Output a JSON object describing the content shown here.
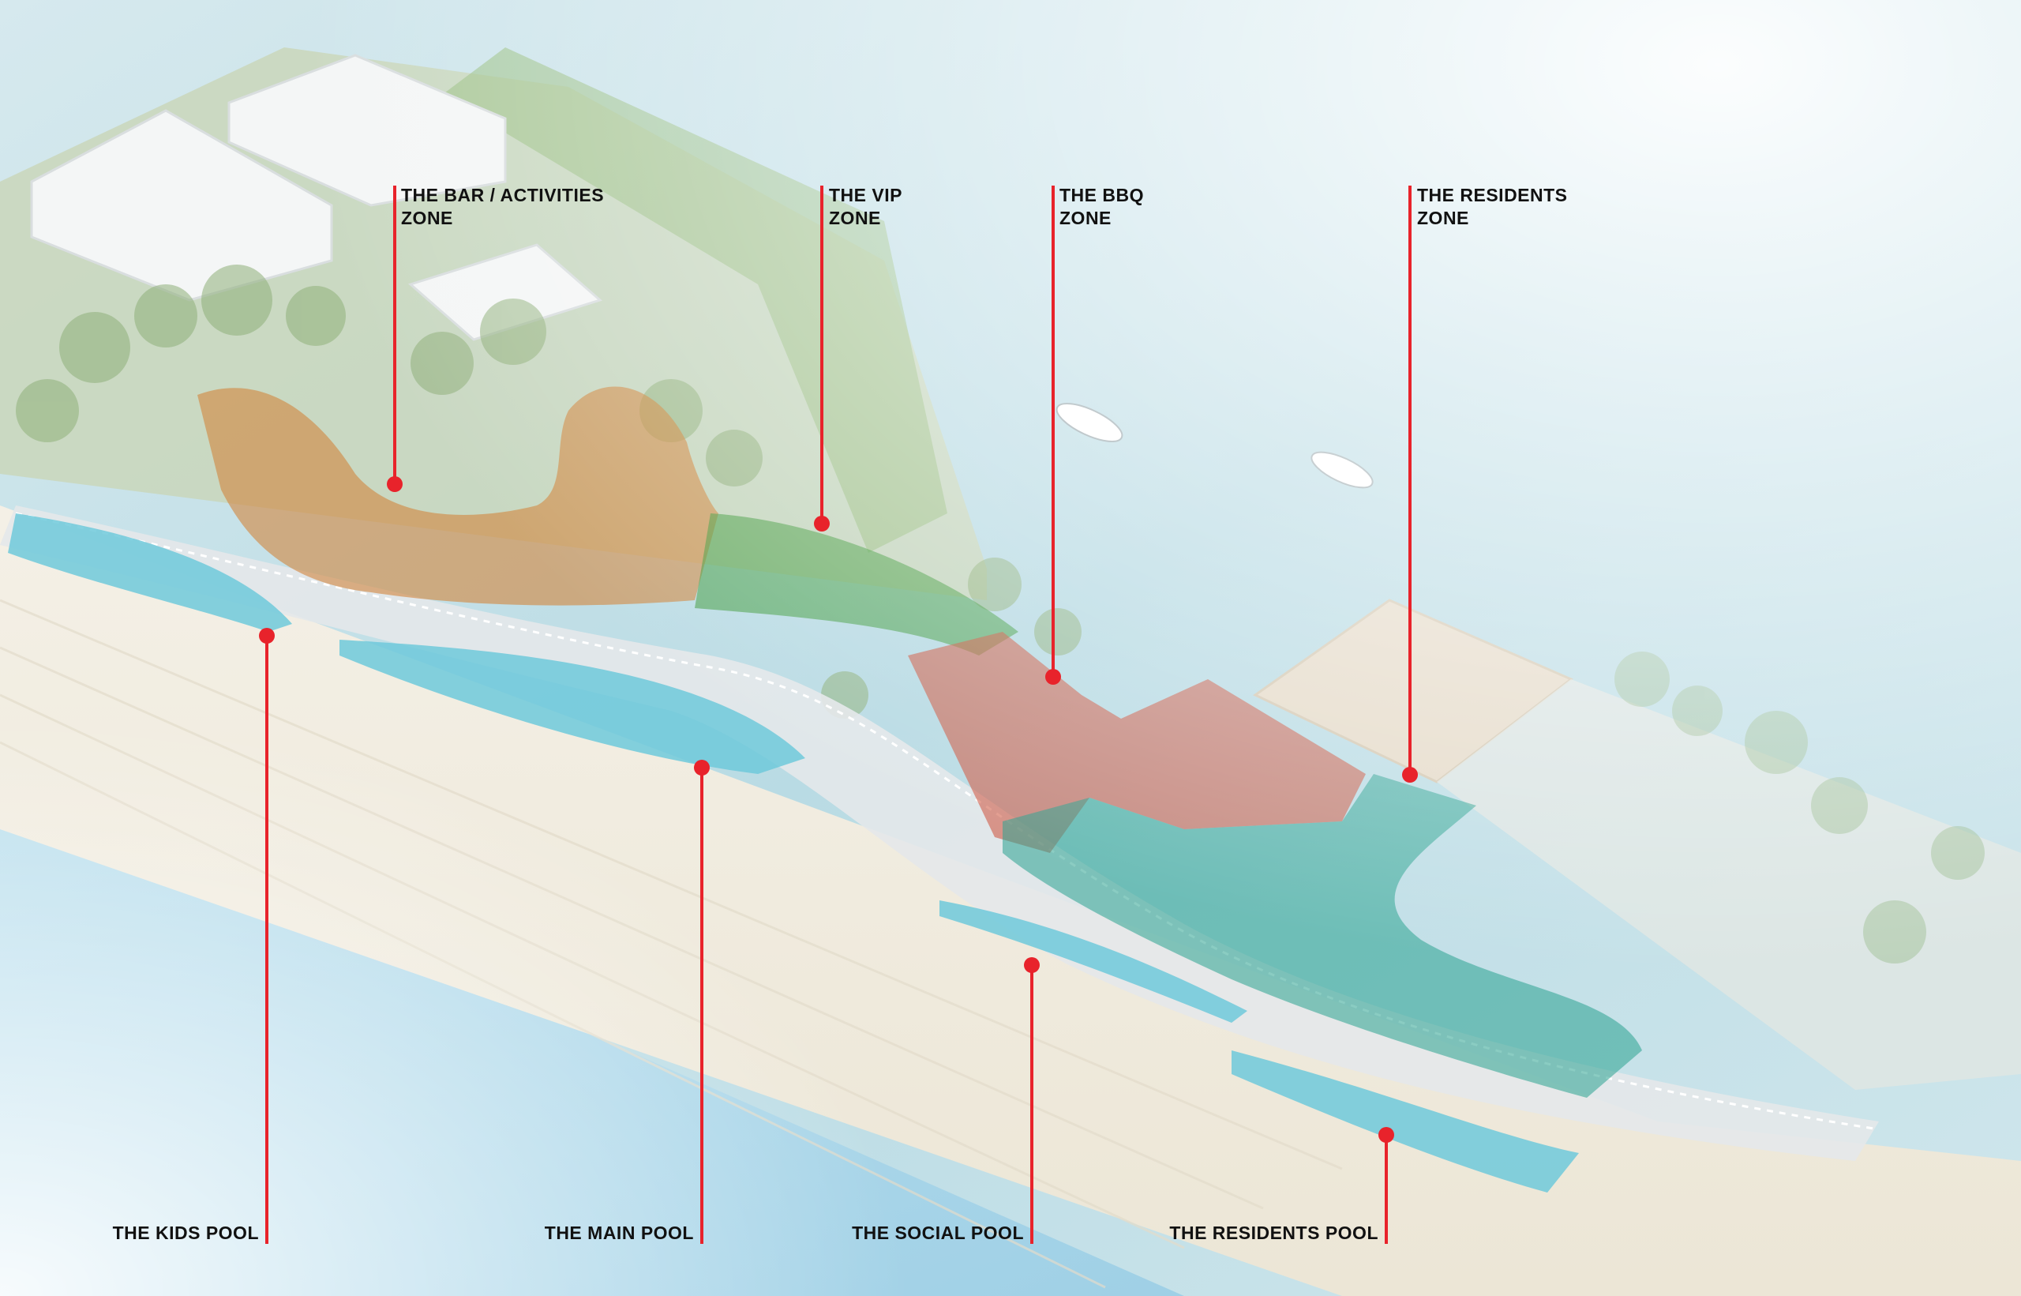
{
  "colors": {
    "callout_line": "#e8232b",
    "sea": "#a9d3e0",
    "sand": "#f1ece0",
    "pool": "#6fc9db",
    "zone_bar": "#d2853c",
    "zone_vip": "#3f9a3c",
    "zone_bbq": "#cf5a44",
    "zone_residents": "#2aa38f",
    "label_text": "#111111"
  },
  "zones": [
    {
      "id": "bar",
      "line1": "THE BAR / ACTIVITIES",
      "line2": "ZONE",
      "color": "#d2853c"
    },
    {
      "id": "vip",
      "line1": "THE VIP",
      "line2": "ZONE",
      "color": "#3f9a3c"
    },
    {
      "id": "bbq",
      "line1": "THE BBQ",
      "line2": "ZONE",
      "color": "#cf5a44"
    },
    {
      "id": "residents",
      "line1": "THE RESIDENTS",
      "line2": "ZONE",
      "color": "#2aa38f"
    }
  ],
  "pools": [
    {
      "id": "kids",
      "label": "THE KIDS POOL"
    },
    {
      "id": "main",
      "label": "THE MAIN POOL"
    },
    {
      "id": "social",
      "label": "THE SOCIAL POOL"
    },
    {
      "id": "residents",
      "label": "THE RESIDENTS POOL"
    }
  ]
}
